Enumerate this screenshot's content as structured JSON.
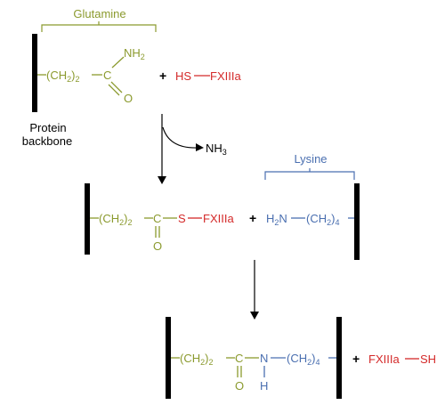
{
  "colors": {
    "glutamine": "#8b9a2e",
    "enzyme": "#d42a2a",
    "lysine": "#4a6fb0",
    "backbone": "#000000"
  },
  "labels": {
    "glutamine": "Glutamine",
    "lysine": "Lysine",
    "protein_line1": "Protein",
    "protein_line2": "backbone"
  },
  "step1": {
    "ch2": "(CH",
    "ch2_sub": "2",
    "ch2_close": ")",
    "ch2_count": "2",
    "carbon": "C",
    "amine": "NH",
    "amine_sub": "2",
    "oxygen": "O",
    "plus": "+",
    "hs": "HS",
    "enzyme": "FXIIIa"
  },
  "byproduct": {
    "nh": "NH",
    "nh_sub": "3"
  },
  "step2": {
    "ch2": "(CH",
    "ch2_sub": "2",
    "ch2_close": ")",
    "ch2_count": "2",
    "carbon": "C",
    "oxygen": "O",
    "sulfur": "S",
    "enzyme": "FXIIIa",
    "plus": "+",
    "h2n": "H",
    "h2n_sub": "2",
    "h2n_n": "N",
    "lys_ch2": "(CH",
    "lys_ch2_sub": "2",
    "lys_ch2_close": ")",
    "lys_ch2_count": "4"
  },
  "step3": {
    "ch2": "(CH",
    "ch2_sub": "2",
    "ch2_close": ")",
    "ch2_count": "2",
    "carbon": "C",
    "oxygen": "O",
    "nitrogen": "N",
    "hydrogen": "H",
    "lys_ch2": "(CH",
    "lys_ch2_sub": "2",
    "lys_ch2_close": ")",
    "lys_ch2_count": "4",
    "plus": "+",
    "enzyme": "FXIIIa",
    "sh": "SH"
  }
}
